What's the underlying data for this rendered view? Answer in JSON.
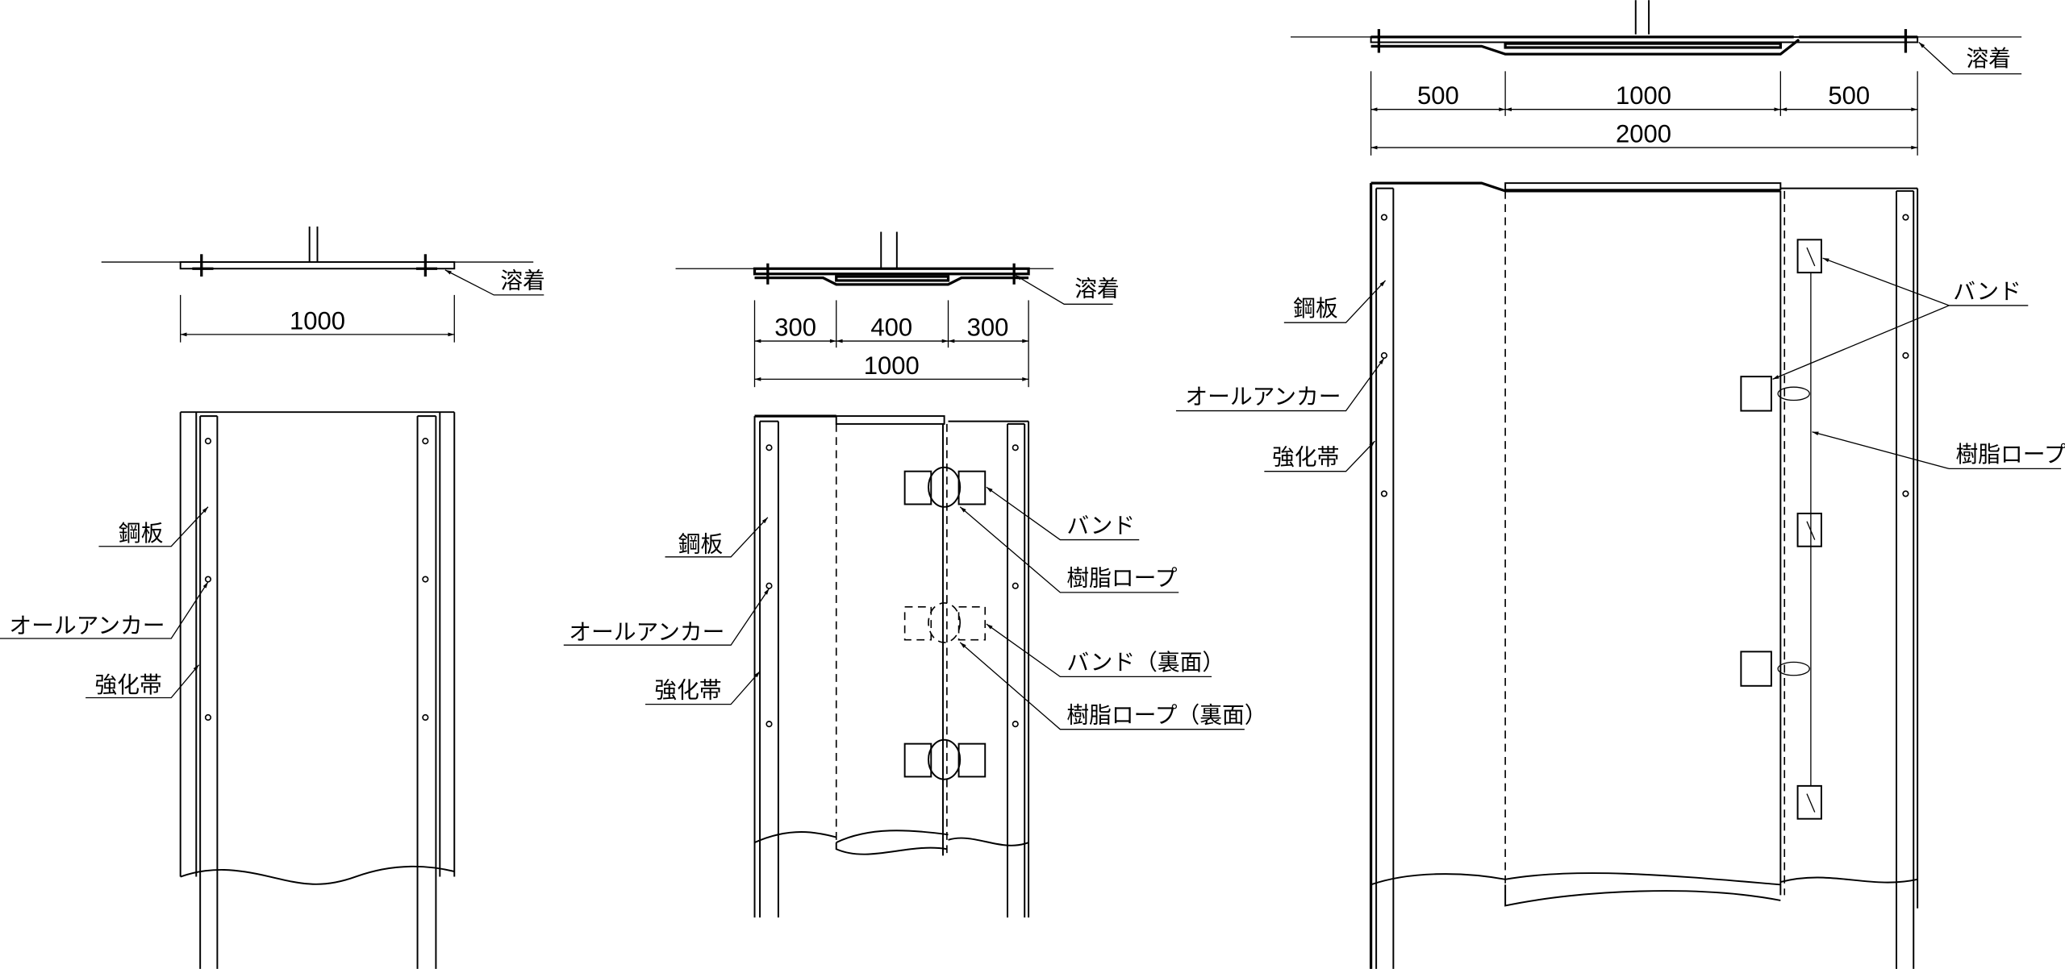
{
  "colors": {
    "line": "#000000",
    "background": "#ffffff"
  },
  "drawing_1000": {
    "weld": "溶着",
    "dim_total": "1000",
    "labels": {
      "steel_plate": "鋼板",
      "all_anchor": "オールアンカー",
      "reinforce_band": "強化帯"
    }
  },
  "drawing_1000_overlap": {
    "weld": "溶着",
    "dims": [
      "300",
      "400",
      "300"
    ],
    "dim_total": "1000",
    "labels": {
      "steel_plate": "鋼板",
      "all_anchor": "オールアンカー",
      "reinforce_band": "強化帯",
      "band": "バンド",
      "resin_rope": "樹脂ロープ",
      "band_back": "バンド（裏面）",
      "resin_rope_back": "樹脂ロープ（裏面）"
    }
  },
  "drawing_2000": {
    "weld": "溶着",
    "dims": [
      "500",
      "1000",
      "500"
    ],
    "dim_total": "2000",
    "labels": {
      "steel_plate": "鋼板",
      "all_anchor": "オールアンカー",
      "reinforce_band": "強化帯",
      "band": "バンド",
      "resin_rope": "樹脂ロープ"
    }
  }
}
